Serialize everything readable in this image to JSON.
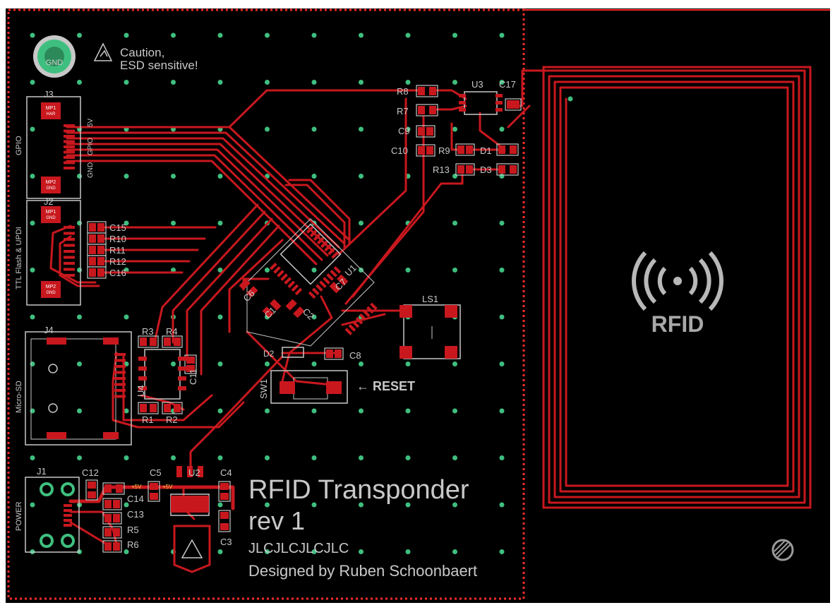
{
  "board": {
    "title": "RFID Transponder",
    "revision": "rev 1",
    "order_code": "JLCJLCJLCJLC",
    "credit": "Designed by Ruben Schoonbaert",
    "caution_line1": "Caution,",
    "caution_line2": "ESD sensitive!",
    "gnd_logo_text": "GND",
    "reset_label": "← RESET",
    "rfid_logo_text": "RFID",
    "colors": {
      "background": "#000000",
      "copper": "#c8181e",
      "silkscreen": "#c8c8c8",
      "via": "#3fbf7f",
      "outline": "#ff2b2b"
    }
  },
  "connectors": {
    "j3": {
      "ref": "J3",
      "side_label": "GPIO",
      "pin_labels": [
        "GPIO",
        "5V",
        "GND"
      ],
      "mp1": "MP1",
      "mp1_sub": "HAR",
      "mp2": "MP2",
      "mp2_sub": "GND"
    },
    "j2": {
      "ref": "J2",
      "side_label": "TTL Flash & UPDI",
      "mp1": "MP1",
      "mp1_sub": "GND",
      "mp2": "MP2",
      "mp2_sub": "GND"
    },
    "j4": {
      "ref": "J4",
      "side_label": "Micro-SD"
    },
    "j1": {
      "ref": "J1",
      "side_label": "POWER"
    }
  },
  "parts": {
    "r8": "R8",
    "r7": "R7",
    "c9": "C9",
    "c10": "C10",
    "r9": "R9",
    "d1": "D1",
    "r13": "R13",
    "d3": "D3",
    "u3": "U3",
    "c17": "C17",
    "c15": "C15",
    "r10": "R10",
    "r11": "R11",
    "r12": "R12",
    "c16": "C16",
    "u1": "U1",
    "c1": "C1",
    "c2": "C2",
    "c6": "C6",
    "c7": "C7",
    "r3": "R3",
    "r4": "R4",
    "u4": "U4",
    "c11": "C11",
    "r1": "R1",
    "r2": "R2",
    "ls1": "LS1",
    "d2": "D2",
    "c8": "C8",
    "sw1": "SW1",
    "c12": "C12",
    "c14": "C14",
    "c13": "C13",
    "r5": "R5",
    "r6": "R6",
    "c5": "C5",
    "u2": "U2",
    "c4": "C4",
    "c3": "C3",
    "net_5v_a": "+5V",
    "net_5v_b": "+5V"
  }
}
